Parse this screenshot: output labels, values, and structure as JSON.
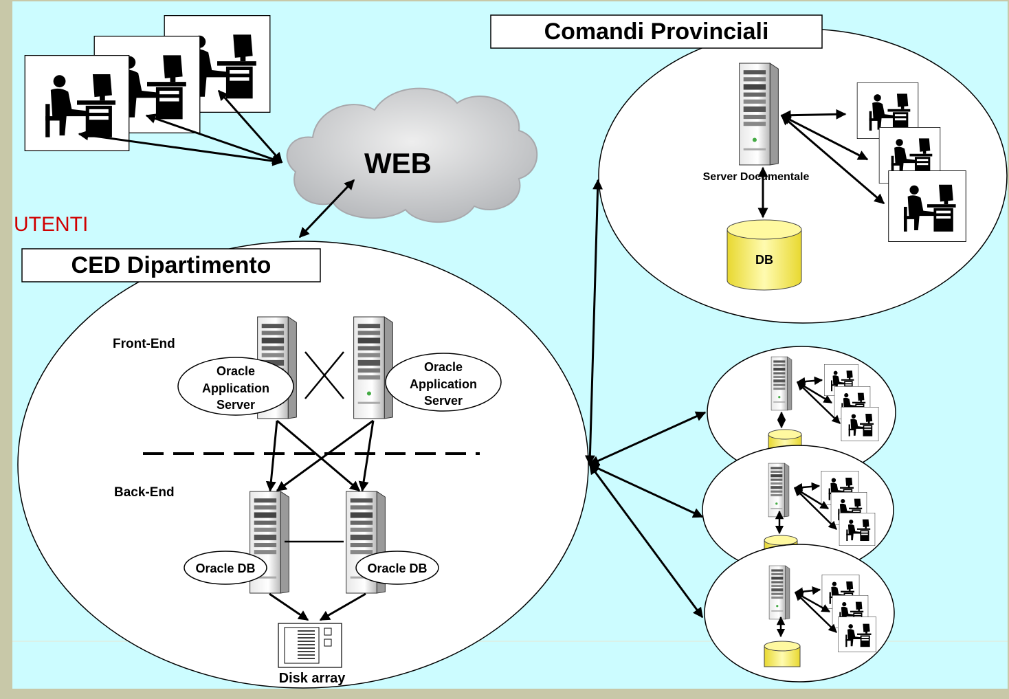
{
  "labels": {
    "utenti": "UTENTI",
    "web": "WEB",
    "comandi_provinciali": "Comandi Provinciali",
    "ced_dipartimento": "CED Dipartimento",
    "server_documentale": "Server Documentale",
    "db": "DB",
    "front_end": "Front-End",
    "back_end": "Back-End",
    "oracle_app_server_line1": "Oracle",
    "oracle_app_server_line2": "Application",
    "oracle_app_server_line3": "Server",
    "oracle_db": "Oracle DB",
    "disk_array": "Disk array"
  },
  "colors": {
    "background_frame": "#c8c8a8",
    "background_canvas": "#ccfcff",
    "web_text": "#c00000",
    "utenti_text": "#d00000",
    "db_cylinder": "#f4ef60",
    "cloud": "#c8cacd"
  },
  "icons": {
    "workstation": "user-at-computer-icon",
    "server": "tower-server-icon",
    "database": "database-cylinder-icon",
    "storage": "disk-array-icon",
    "network": "cloud-icon"
  }
}
